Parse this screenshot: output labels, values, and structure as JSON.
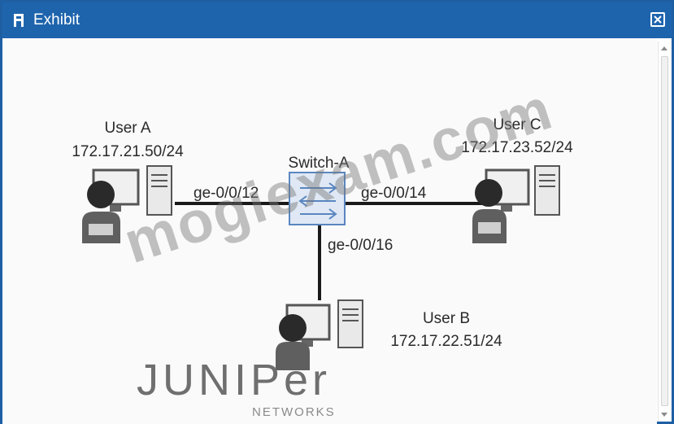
{
  "window": {
    "title": "Exhibit"
  },
  "switch": {
    "name": "Switch-A"
  },
  "ports": {
    "user_a": "ge-0/0/12",
    "user_c": "ge-0/0/14",
    "user_b": "ge-0/0/16"
  },
  "users": {
    "a": {
      "name": "User A",
      "ip": "172.17.21.50/24"
    },
    "b": {
      "name": "User B",
      "ip": "172.17.22.51/24"
    },
    "c": {
      "name": "User C",
      "ip": "172.17.23.52/24"
    }
  },
  "logo": {
    "word": "JUNIPer",
    "sub": "NETWORKS"
  },
  "watermark": {
    "text": "mogiexam.com"
  },
  "colors": {
    "titlebar": "#1e64ad",
    "line": "#1a1a1a",
    "switch_fill": "#dfe8f4",
    "switch_border": "#5a86c0"
  }
}
